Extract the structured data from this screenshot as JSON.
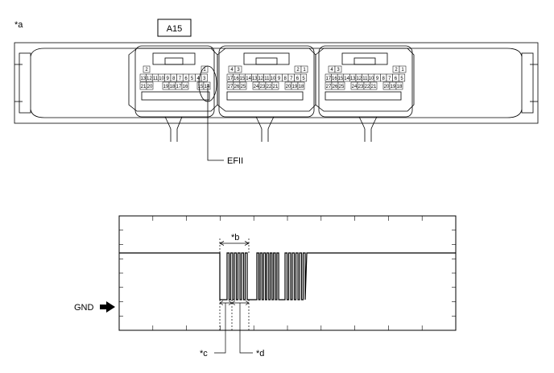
{
  "labels": {
    "figure_ref": "*a",
    "connector_id": "A15",
    "terminal": "EFII",
    "period_b": "*b",
    "pulse_c": "*c",
    "pulse_d": "*d",
    "ground": "GND"
  },
  "connector_1": {
    "top_small": [
      "2",
      "1"
    ],
    "row_upper": [
      "13",
      "12",
      "11",
      "10",
      "9",
      "8",
      "7",
      "6",
      "5",
      "4",
      "3"
    ],
    "row_lower": [
      "21",
      "20",
      "19",
      "18",
      "17",
      "16",
      "15",
      "14"
    ]
  },
  "connector_2": {
    "top_left": [
      "4",
      "3"
    ],
    "top_right": [
      "2",
      "1"
    ],
    "row_upper": [
      "17",
      "16",
      "15",
      "14",
      "13",
      "12",
      "11",
      "10",
      "9",
      "8",
      "7",
      "6",
      "5"
    ],
    "row_lower": [
      "27",
      "26",
      "25",
      "24",
      "23",
      "22",
      "21",
      "20",
      "19",
      "18"
    ]
  },
  "connector_3": {
    "top_left": [
      "4",
      "3"
    ],
    "top_right": [
      "2",
      "1"
    ],
    "row_upper": [
      "17",
      "16",
      "15",
      "14",
      "13",
      "12",
      "11",
      "10",
      "9",
      "8",
      "7",
      "6",
      "5"
    ],
    "row_lower": [
      "27",
      "26",
      "25",
      "24",
      "23",
      "22",
      "21",
      "20",
      "19",
      "18"
    ]
  },
  "waveform": {
    "note": ""
  }
}
